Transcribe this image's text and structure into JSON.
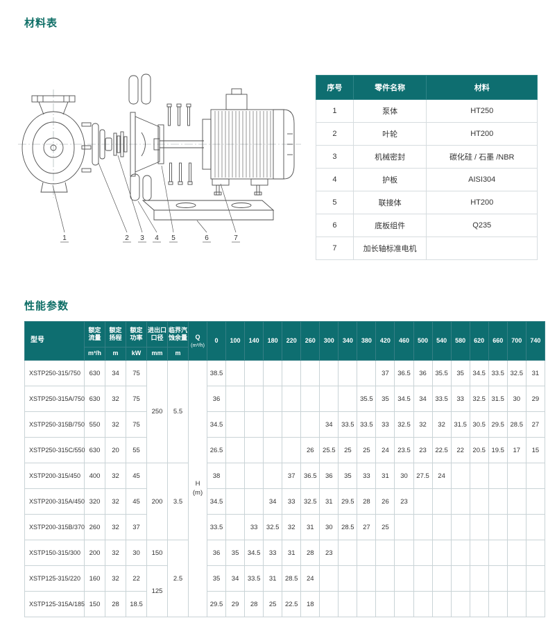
{
  "materials": {
    "heading": "材料表",
    "table": {
      "headers": [
        "序号",
        "零件名称",
        "材料"
      ],
      "rows": [
        {
          "no": "1",
          "part": "泵体",
          "material": "HT250"
        },
        {
          "no": "2",
          "part": "叶轮",
          "material": "HT200"
        },
        {
          "no": "3",
          "part": "机械密封",
          "material": "碳化硅 / 石墨 /NBR"
        },
        {
          "no": "4",
          "part": "护板",
          "material": "AISI304"
        },
        {
          "no": "5",
          "part": "联接体",
          "material": "HT200"
        },
        {
          "no": "6",
          "part": "底板组件",
          "material": "Q235"
        },
        {
          "no": "7",
          "part": "加长轴标准电机",
          "material": ""
        }
      ]
    }
  },
  "diagram": {
    "callouts": [
      "1",
      "2",
      "3",
      "4",
      "5",
      "6",
      "7"
    ]
  },
  "performance": {
    "heading": "性能参数",
    "table": {
      "headers": {
        "model": "型号",
        "params": [
          {
            "name": "额定\n流量",
            "unit": "m³/h"
          },
          {
            "name": "额定\n扬程",
            "unit": "m"
          },
          {
            "name": "额定\n功率",
            "unit": "kW"
          },
          {
            "name": "进出口\n口径",
            "unit": "mm"
          },
          {
            "name": "临界汽\n蚀余量",
            "unit": "m"
          }
        ],
        "q": {
          "label": "Q",
          "unit": "(m³/h)"
        },
        "flow_points": [
          "0",
          "100",
          "140",
          "180",
          "220",
          "260",
          "300",
          "340",
          "380",
          "420",
          "460",
          "500",
          "540",
          "580",
          "620",
          "660",
          "700",
          "740"
        ]
      },
      "h_col": {
        "label": "H",
        "unit": "(m)"
      },
      "rows": [
        {
          "model": "XSTP250-315/750",
          "flow": "630",
          "head": "34",
          "power": "75",
          "dia": "250",
          "dia_span": 4,
          "npsh": "5.5",
          "npsh_span": 4,
          "h": [
            "38.5",
            "",
            "",
            "",
            "",
            "",
            "",
            "",
            "",
            "37",
            "36.5",
            "36",
            "35.5",
            "35",
            "34.5",
            "33.5",
            "32.5",
            "31"
          ]
        },
        {
          "model": "XSTP250-315A/750",
          "flow": "630",
          "head": "32",
          "power": "75",
          "h": [
            "36",
            "",
            "",
            "",
            "",
            "",
            "",
            "",
            "35.5",
            "35",
            "34.5",
            "34",
            "33.5",
            "33",
            "32.5",
            "31.5",
            "30",
            "29"
          ]
        },
        {
          "model": "XSTP250-315B/750",
          "flow": "550",
          "head": "32",
          "power": "75",
          "h": [
            "34.5",
            "",
            "",
            "",
            "",
            "",
            "34",
            "33.5",
            "33.5",
            "33",
            "32.5",
            "32",
            "32",
            "31.5",
            "30.5",
            "29.5",
            "28.5",
            "27"
          ]
        },
        {
          "model": "XSTP250-315C/550",
          "flow": "630",
          "head": "20",
          "power": "55",
          "h": [
            "26.5",
            "",
            "",
            "",
            "",
            "26",
            "25.5",
            "25",
            "25",
            "24",
            "23.5",
            "23",
            "22.5",
            "22",
            "20.5",
            "19.5",
            "17",
            "15"
          ]
        },
        {
          "model": "XSTP200-315/450",
          "flow": "400",
          "head": "32",
          "power": "45",
          "dia": "200",
          "dia_span": 3,
          "npsh": "3.5",
          "npsh_span": 3,
          "h": [
            "38",
            "",
            "",
            "",
            "37",
            "36.5",
            "36",
            "35",
            "33",
            "31",
            "30",
            "27.5",
            "24",
            "",
            "",
            "",
            "",
            ""
          ]
        },
        {
          "model": "XSTP200-315A/450",
          "flow": "320",
          "head": "32",
          "power": "45",
          "h": [
            "34.5",
            "",
            "",
            "34",
            "33",
            "32.5",
            "31",
            "29.5",
            "28",
            "26",
            "23",
            "",
            "",
            "",
            "",
            "",
            "",
            ""
          ]
        },
        {
          "model": "XSTP200-315B/370",
          "flow": "260",
          "head": "32",
          "power": "37",
          "h": [
            "33.5",
            "",
            "33",
            "32.5",
            "32",
            "31",
            "30",
            "28.5",
            "27",
            "25",
            "",
            "",
            "",
            "",
            "",
            "",
            "",
            ""
          ]
        },
        {
          "model": "XSTP150-315/300",
          "flow": "200",
          "head": "32",
          "power": "30",
          "dia": "150",
          "dia_span": 1,
          "npsh": "2.5",
          "npsh_span": 3,
          "h": [
            "36",
            "35",
            "34.5",
            "33",
            "31",
            "28",
            "23",
            "",
            "",
            "",
            "",
            "",
            "",
            "",
            "",
            "",
            "",
            ""
          ]
        },
        {
          "model": "XSTP125-315/220",
          "flow": "160",
          "head": "32",
          "power": "22",
          "dia": "125",
          "dia_span": 2,
          "h": [
            "35",
            "34",
            "33.5",
            "31",
            "28.5",
            "24",
            "",
            "",
            "",
            "",
            "",
            "",
            "",
            "",
            "",
            "",
            "",
            ""
          ]
        },
        {
          "model": "XSTP125-315A/185",
          "flow": "150",
          "head": "28",
          "power": "18.5",
          "h": [
            "29.5",
            "29",
            "28",
            "25",
            "22.5",
            "18",
            "",
            "",
            "",
            "",
            "",
            "",
            "",
            "",
            "",
            "",
            "",
            ""
          ]
        }
      ]
    }
  }
}
